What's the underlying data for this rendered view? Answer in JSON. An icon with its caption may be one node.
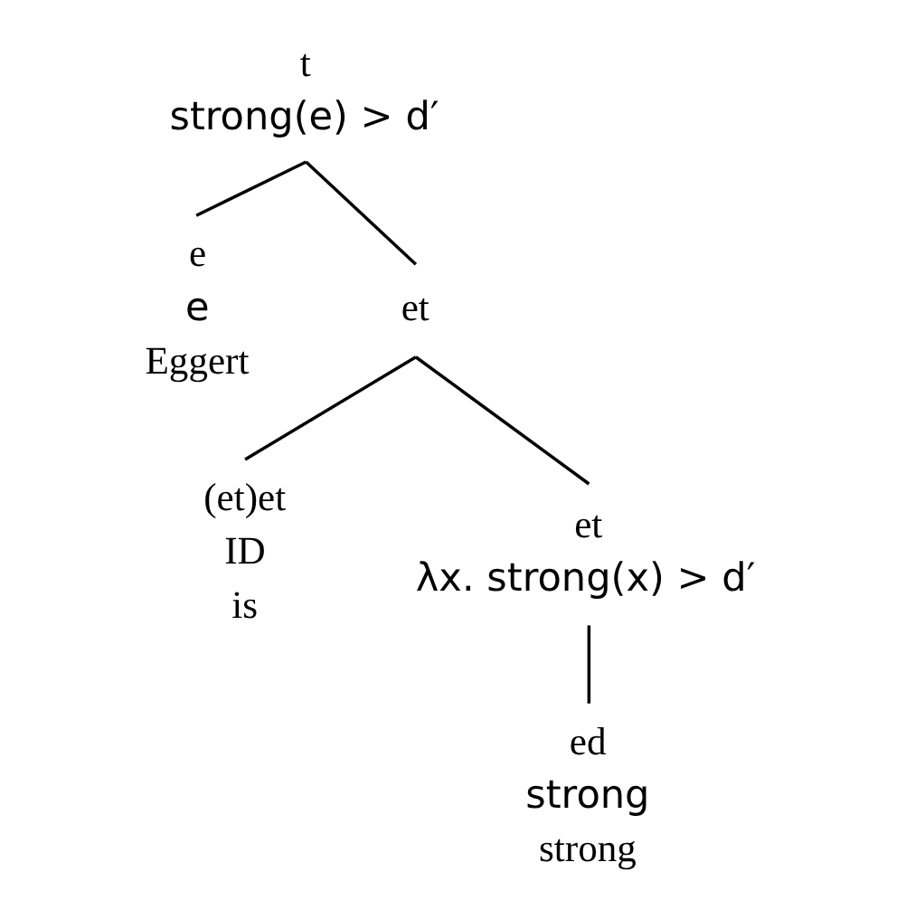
{
  "diagram": {
    "nodes": [
      {
        "text": [
          "t",
          "strong(e) > d′"
        ]
      },
      {
        "text": [
          "e",
          "e",
          "Eggert"
        ]
      },
      {
        "text": [
          "et"
        ]
      },
      {
        "text": [
          "(et)et",
          "ID",
          "is"
        ]
      },
      {
        "text": [
          "et",
          "λx. strong(x) > d′"
        ]
      },
      {
        "text": [
          "ed",
          "strong",
          "strong"
        ]
      }
    ],
    "edges": [
      {
        "from": 0,
        "to": 1,
        "arrow": "none"
      },
      {
        "from": 0,
        "to": 2,
        "arrow": "none"
      },
      {
        "from": 2,
        "to": 3,
        "arrow": "none"
      },
      {
        "from": 2,
        "to": 4,
        "arrow": "none"
      },
      {
        "from": 4,
        "to": 5,
        "arrow": "none"
      }
    ]
  }
}
